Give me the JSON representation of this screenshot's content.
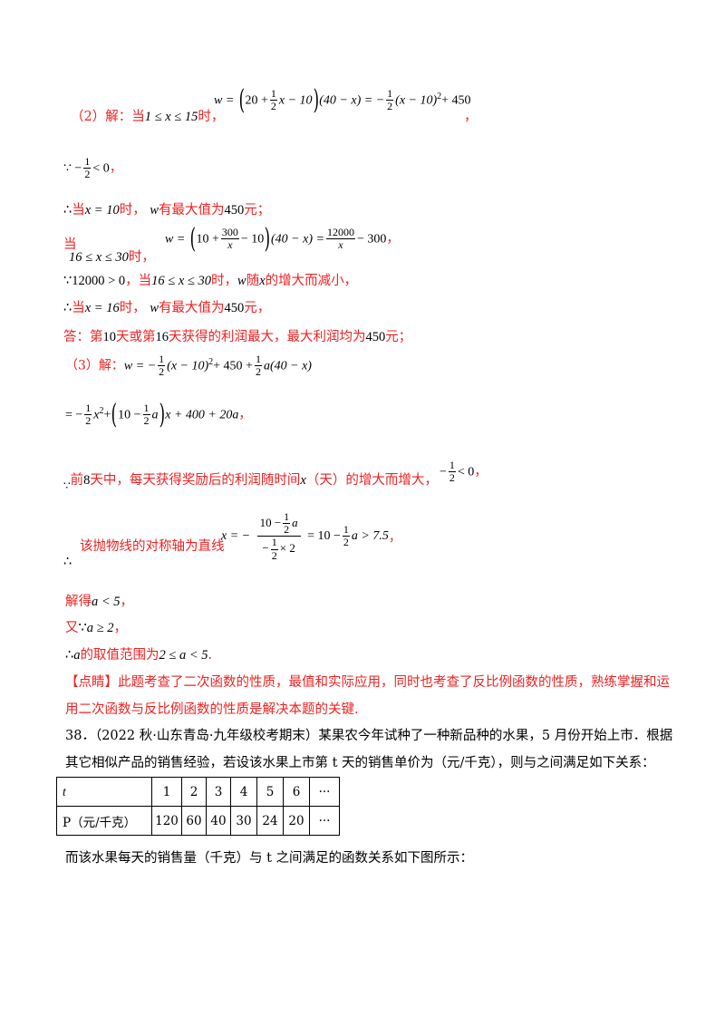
{
  "part2": {
    "label": "（2）解：当",
    "cond": "1 ≤ x ≤ 15",
    "suffix": "时，",
    "formula_lhs": "w =",
    "const_20": "20 +",
    "half": {
      "num": "1",
      "den": "2"
    },
    "x_minus_10": "x − 10",
    "forty_minus_x": "(40 − x) = −",
    "vertex_sq": "(x − 10)",
    "sq": "2",
    "plus450": "+ 450",
    "comma": "，"
  },
  "because_neg": {
    "symbol": "∵ −",
    "rest": "< 0",
    "comma": "，"
  },
  "max1": {
    "prefix": "∴",
    "when": "当",
    "x_val": "x = 10",
    "t": "时，",
    "w": "w",
    "has": "有最大值为",
    "val": "450",
    "unit": "元；"
  },
  "case2": {
    "when": "当",
    "range": "16 ≤ x ≤ 30",
    "t": "时，",
    "lhs": "w =",
    "ten": "10 +",
    "f300": {
      "num": "300",
      "den": "x"
    },
    "minus10": "− 10",
    "rest": "(40 − x) =",
    "f12000": {
      "num": "12000",
      "den": "x"
    },
    "minus300": "− 300",
    "comma": "，"
  },
  "because_dec": {
    "symbol": "∵12000 > 0",
    "comma": "，当",
    "range": "16 ≤ x ≤ 30",
    "t": "时，",
    "w": "w",
    "desc1": "随",
    "x": "x",
    "desc2": "的增大而减小，"
  },
  "max2": {
    "prefix": "∴",
    "when": "当",
    "x_val": "x = 16",
    "t": "时，",
    "w": "w",
    "has": "有最大值为",
    "val": "450",
    "unit": "元，"
  },
  "answer": {
    "a": "答：第",
    "d1": "10",
    "b": "天或第",
    "d2": "16",
    "c": "天获得的利润最大，最大利润均为",
    "v": "450",
    "d": "元；"
  },
  "part3": {
    "label": "（3）解：",
    "expr1": "w = −",
    "vsq": "(x − 10)",
    "sq": "2",
    "plus": "+ 450 +",
    "a40": "a(40 − x)"
  },
  "part3b": {
    "eq": "= −",
    "x2": "x",
    "sq": "2",
    "plus": "+",
    "inner": "10 −",
    "a": "a",
    "rest": "x + 400 + 20a",
    "comma": "，"
  },
  "because3": {
    "symbol": "∵",
    "text1": "前",
    "n8": "8",
    "text2": "天中，每天获得奖励后的利润随时间",
    "x": "x",
    "text3": "（天）的增大而增大，",
    "neg": "−",
    "lt0": "< 0",
    "comma": "，"
  },
  "axis": {
    "therefore": "∴",
    "text": "该抛物线的对称轴为直线",
    "x_eq": "x = −",
    "top": "10 −",
    "top_a": "a",
    "bottom_neg": "−",
    "bottom_times": "× 2",
    "eq": "= 10 −",
    "a": "a > 7.5",
    "comma": "，"
  },
  "solve": {
    "text": "解得",
    "val": "a < 5",
    "comma": "，"
  },
  "also": {
    "text": "又",
    "symbol": "∵",
    "val": "a ≥ 2",
    "comma": "，"
  },
  "range": {
    "prefix": "∴",
    "a": "a",
    "text": "的取值范围为",
    "val": "2 ≤ a < 5",
    "end": "."
  },
  "comment": {
    "tag": "【点睛】",
    "line1": "此题考查了二次函数的性质，最值和实际应用，同时也考查了反比例函数的性质，熟练掌握和运",
    "line2": "用二次函数与反比例函数的性质是解决本题的关键."
  },
  "q38": {
    "line1": "38．（2022 秋·山东青岛·九年级校考期末）某果农今年试种了一种新品种的水果，5 月份开始上市．根据",
    "line2": "其它相似产品的销售经验，若设该水果上市第 t 天的销售单价为（元/千克），则与之间满足如下关系："
  },
  "table": {
    "row1": [
      "t",
      "1",
      "2",
      "3",
      "4",
      "5",
      "6",
      "···"
    ],
    "row2": [
      "P（元/千克）",
      "120",
      "60",
      "40",
      "30",
      "24",
      "20",
      "···"
    ]
  },
  "after_table": "而该水果每天的销售量（千克）与 t 之间满足的函数关系如下图所示："
}
